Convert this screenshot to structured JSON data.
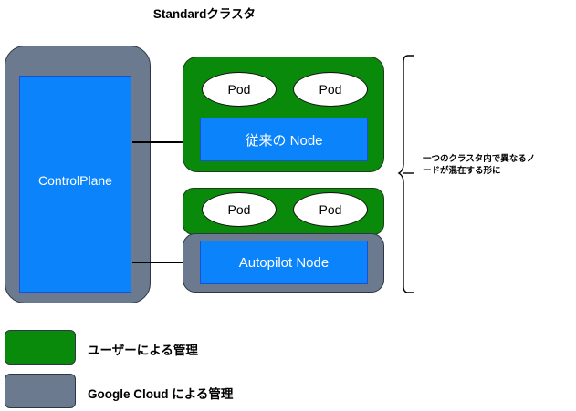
{
  "diagram": {
    "title": "Standardクラスタ",
    "control_plane": {
      "label": "ControlPlane",
      "outer_color": "#6b7a8f",
      "inner_color": "#0b84fb"
    },
    "node_groups": [
      {
        "id": "legacy",
        "managed_by": "user",
        "group_color": "#0a8a0a",
        "node_label": "従来の Node",
        "pods": [
          "Pod",
          "Pod"
        ]
      },
      {
        "id": "autopilot",
        "managed_by": "google-cloud",
        "group_color": "#0a8a0a",
        "wrapper_color": "#6b7a8f",
        "node_label": "Autopilot Node",
        "pods": [
          "Pod",
          "Pod"
        ]
      }
    ],
    "annotation": {
      "line1": "一つのクラスタ内で異なるノ",
      "line2": "ードが混在する形に"
    },
    "legend": [
      {
        "swatch_color": "#0a8a0a",
        "label": "ユーザーによる管理"
      },
      {
        "swatch_color": "#6b7a8f",
        "label": "Google Cloud による管理"
      }
    ]
  }
}
